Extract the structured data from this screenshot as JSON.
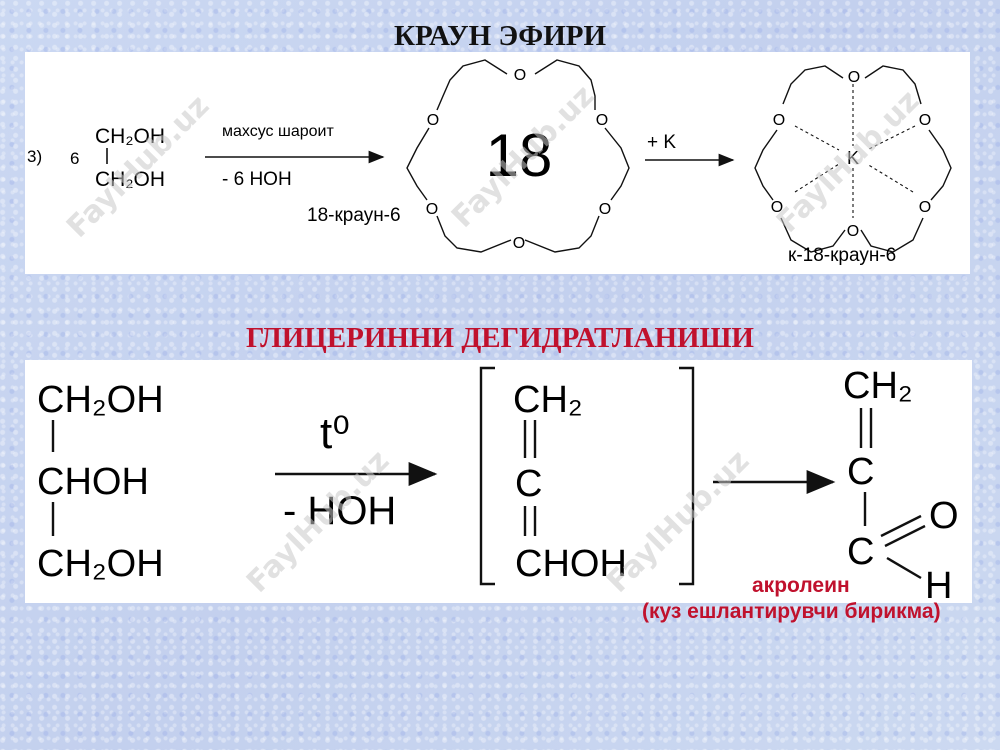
{
  "slide": {
    "crown_title": "КРАУН ЭФИРИ",
    "glycerin_title": "ГЛИЦЕРИННИ ДЕГИДРАТЛАНИШИ",
    "watermark": "FaylHub.uz"
  },
  "crown": {
    "step_label": "3)",
    "coefficient": "6",
    "reactant_top": "CH₂OH",
    "reactant_bottom": "CH₂OH",
    "condition_top": "махсус шароит",
    "condition_bottom": "- 6 НОН",
    "ring_size": "18",
    "oxygen": "O",
    "product_name": "18-краун-6",
    "reagent": "+ K",
    "metal": "K",
    "complex_name": "к-18-краун-6"
  },
  "glycerin": {
    "row1": "CH₂OH",
    "row2": "CHOH",
    "row3": "CH₂OH",
    "condition_top": "t⁰",
    "condition_bottom": "- HOH",
    "intermediate": [
      "CH₂",
      "C",
      "CHOH"
    ],
    "product": [
      "CH₂",
      "C",
      "C",
      "O",
      "H"
    ],
    "product_name": "акролеин",
    "product_note": "(куз  ешлантирувчи бирикма)"
  },
  "colors": {
    "accent_red": "#c0112d",
    "background": "#c9d6ef"
  }
}
